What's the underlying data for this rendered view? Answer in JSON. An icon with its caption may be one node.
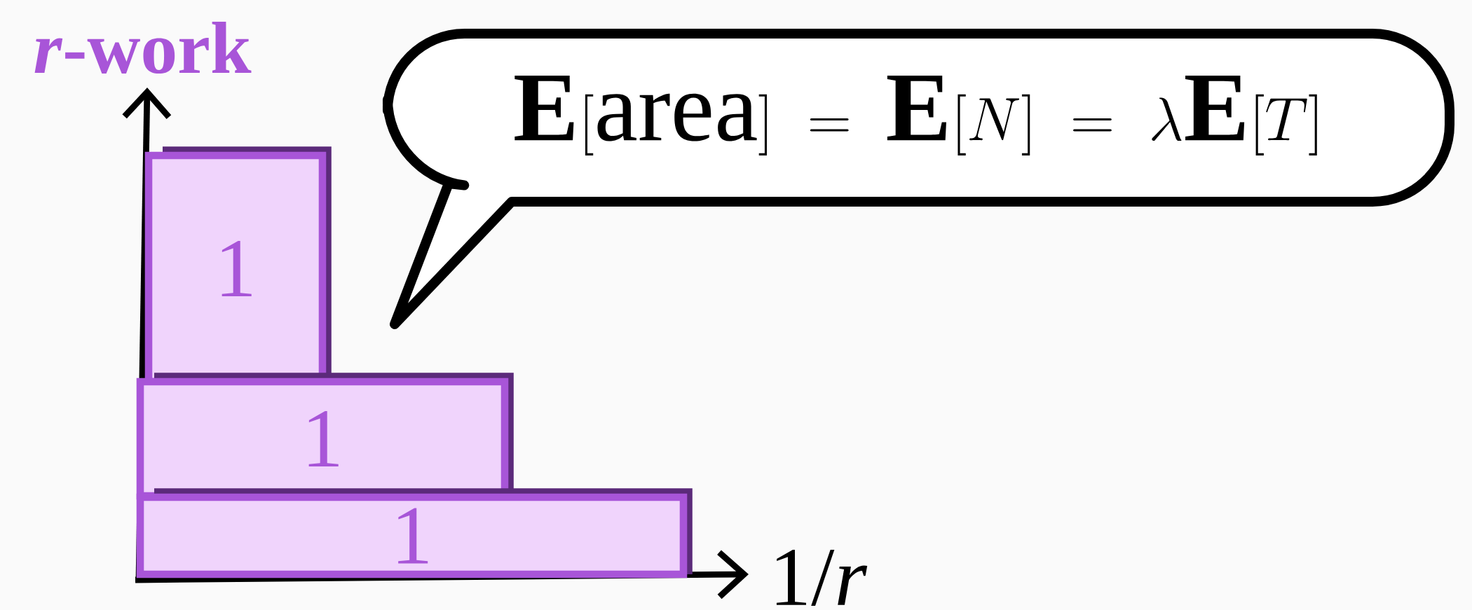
{
  "diagram": {
    "nodes": [
      {
        "text": [
          "1"
        ]
      },
      {
        "text": [
          "1"
        ]
      },
      {
        "text": [
          "1"
        ]
      },
      {
        "text": [
          "\\mathbf{E}[\\mathrm{area}] \\;=\\; \\mathbf{E}[N] \\;=\\; \\lambda\\mathbf{E}[T]"
        ]
      }
    ],
    "labels": [
      "*r*-work",
      "1/*r*"
    ]
  }
}
